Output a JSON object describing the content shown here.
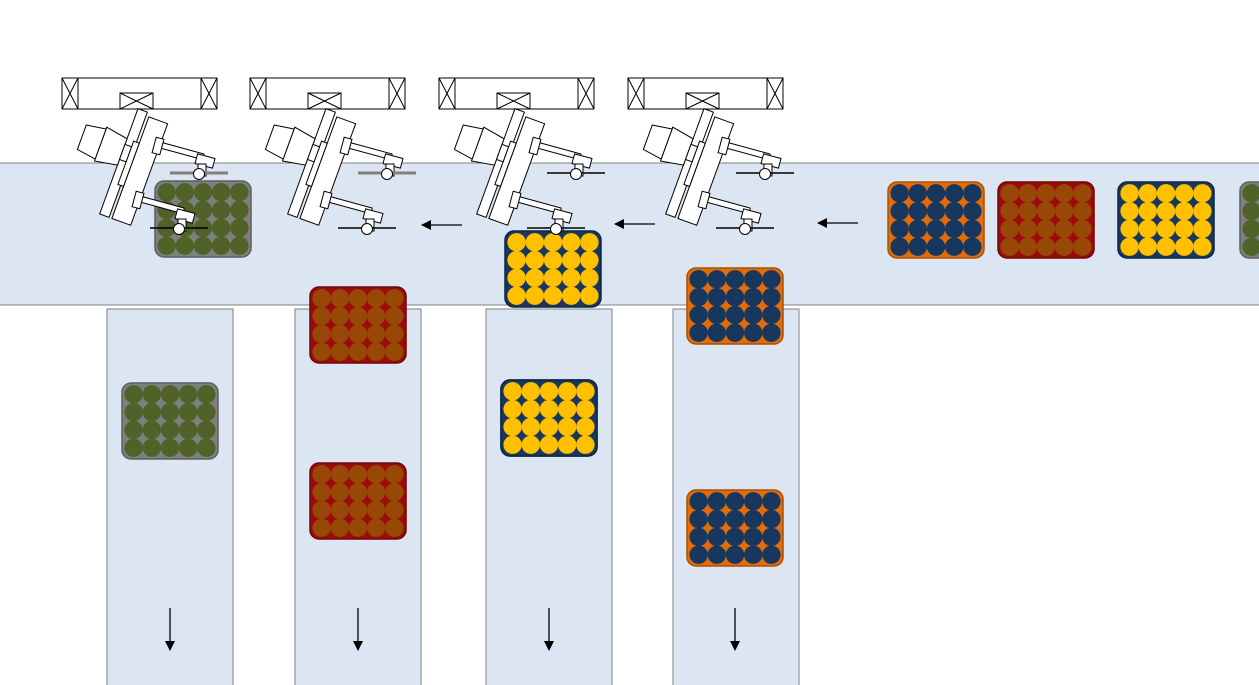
{
  "colors": {
    "belt_fill": "#dce6f2",
    "belt_stroke": "#808080",
    "line_color": "#000000",
    "robot_fill": "#ffffff",
    "gripper_gray": "#808080"
  },
  "palette": {
    "green": {
      "tray": "#7f7f7f",
      "tray_border": "#5f5f5f",
      "ball": "#4f6228"
    },
    "red": {
      "tray": "#9b0b0b",
      "tray_border": "#6e0707",
      "ball": "#974806"
    },
    "yellow": {
      "tray": "#17375e",
      "tray_border": "#0f2743",
      "ball": "#ffc000"
    },
    "orange": {
      "tray": "#e36c09",
      "tray_border": "#a85006",
      "ball": "#17375e"
    }
  },
  "main_conveyor": {
    "flow_direction": "right-to-left"
  },
  "stations": [
    {
      "id": "station-1",
      "product": "green",
      "outfeed_direction": "down"
    },
    {
      "id": "station-2",
      "product": "red",
      "outfeed_direction": "down"
    },
    {
      "id": "station-3",
      "product": "yellow",
      "outfeed_direction": "down"
    },
    {
      "id": "station-4",
      "product": "orange",
      "outfeed_direction": "down"
    }
  ],
  "trays_on_main_conveyor": [
    "orange",
    "red",
    "yellow",
    "green"
  ],
  "trays_being_picked": {
    "station-1": "green",
    "station-3": "yellow"
  },
  "trays_on_outfeeds": {
    "station-1": [
      "green"
    ],
    "station-2": [
      "red",
      "red"
    ],
    "station-3": [
      "yellow",
      "yellow"
    ],
    "station-4": [
      "orange",
      "orange"
    ]
  },
  "tray_grid": {
    "rows": 4,
    "cols": 5
  }
}
